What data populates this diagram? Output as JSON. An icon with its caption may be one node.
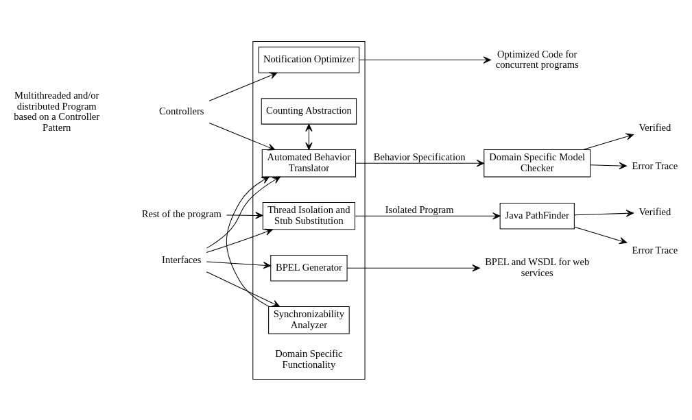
{
  "diagram": {
    "nodes": [
      {
        "text": [],
        "shape": "box"
      },
      {
        "text": [
          "Automated Behavior Translator"
        ],
        "in": 0
      },
      {
        "text": [
          "Thread Isolation and Stub Substitution"
        ],
        "in": 0
      },
      {
        "text": [
          "BPEL Generator"
        ],
        "in": 0
      },
      {
        "text": [
          "Synchronizability Analyzer"
        ],
        "in": 0
      },
      {
        "text": [
          "Counting Abstraction"
        ],
        "in": 0
      },
      {
        "text": [
          "Notification Optimizer"
        ],
        "in": 0
      },
      {
        "text": [
          "Controllers"
        ]
      },
      {
        "text": [
          "Interfaces"
        ]
      },
      {
        "text": [
          "Rest of the program"
        ]
      },
      {
        "text": [
          "Domain Specific Model Checker"
        ]
      },
      {
        "text": [
          "Java PathFinder"
        ]
      },
      {
        "text": [
          "Verified"
        ]
      },
      {
        "text": [
          "Error Trace"
        ]
      },
      {
        "text": [
          "Verified"
        ]
      },
      {
        "text": [
          "Error Trace"
        ]
      },
      {
        "text": [
          "BPEL and WSDL for web services"
        ]
      },
      {
        "text": [
          "Optimized Code for concurrent programs"
        ]
      }
    ],
    "edges": [
      {
        "from": 7,
        "to": 1,
        "arrow": "to"
      },
      {
        "from": 7,
        "to": 6,
        "arrow": "to"
      },
      {
        "from": 8,
        "to": 1,
        "arrow": "to"
      },
      {
        "from": 8,
        "to": 2,
        "arrow": "to"
      },
      {
        "from": 8,
        "to": 3,
        "arrow": "to"
      },
      {
        "from": 8,
        "to": 4,
        "arrow": "to"
      },
      {
        "from": 9,
        "to": 2,
        "arrow": "to"
      },
      {
        "from": 4,
        "to": 1,
        "arrow": "to"
      },
      {
        "from": 1,
        "to": 5,
        "arrow": "both"
      },
      {
        "from": 1,
        "to": 10,
        "arrow": "to",
        "label": "Behavior Specification"
      },
      {
        "from": 2,
        "to": 11,
        "arrow": "to",
        "label": "Isolated Program"
      },
      {
        "from": 10,
        "to": 12,
        "arrow": "to"
      },
      {
        "from": 10,
        "to": 13,
        "arrow": "to"
      },
      {
        "from": 11,
        "to": 14,
        "arrow": "to"
      },
      {
        "from": 11,
        "to": 15,
        "arrow": "to"
      },
      {
        "from": 3,
        "to": 16,
        "arrow": "to"
      },
      {
        "from": 6,
        "to": 17,
        "arrow": "to"
      }
    ],
    "labels": [
      "Multithreaded and/or distributed Program based on a Controller Pattern",
      "Domain Specific Functionality"
    ]
  }
}
